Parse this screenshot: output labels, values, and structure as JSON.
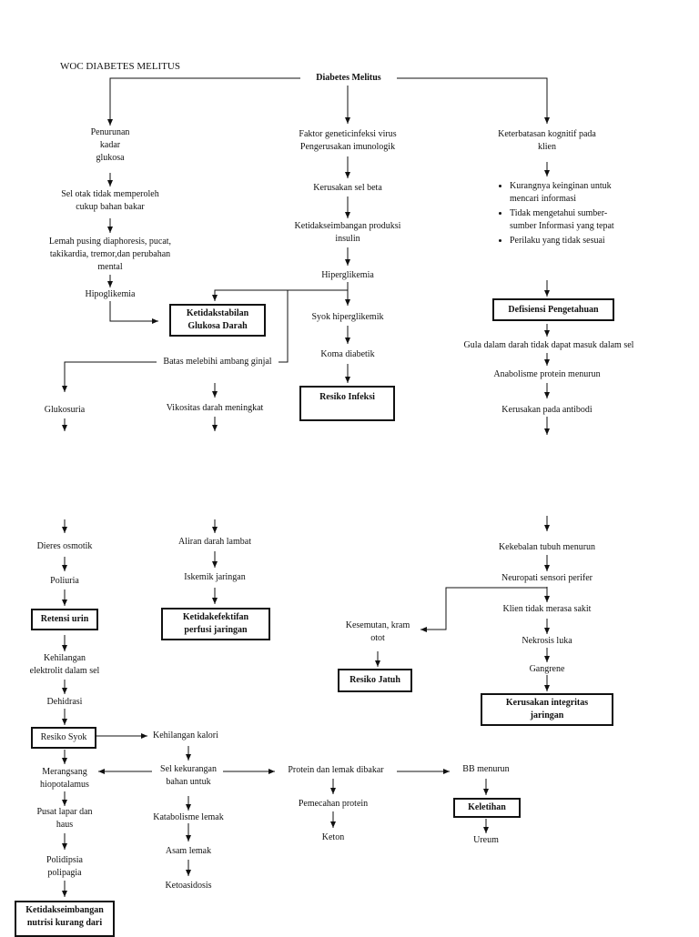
{
  "title": "WOC DIABETES MELITUS",
  "root": "Diabetes Melitus",
  "left": {
    "n1": "Penurunan\nkadar\nglukosa",
    "n2": "Sel otak tidak memperoleh\ncukup bahan bakar",
    "n3": "Lemah pusing diaphoresis, pucat,\ntakikardia, tremor,dan perubahan\nmental",
    "n4": "Hipoglikemia",
    "box1": "Ketidakstabilan\nGlukosa Darah"
  },
  "middle": {
    "n1": "Faktor geneticinfeksi virus\nPengerusakan imunologik",
    "n2": "Kerusakan sel beta",
    "n3": "Ketidakseimbangan produksi\ninsulin",
    "n4": "Hiperglikemia",
    "n5": "Syok hiperglikemik",
    "n6": "Koma diabetik",
    "box1": "Resiko Infeksi",
    "n7": "Batas melebihi ambang ginjal",
    "n8": "Glukosuria",
    "n9": "Vikositas darah meningkat"
  },
  "right": {
    "n1": "Keterbatasan kognitif pada\nklien",
    "bullets": [
      "Kurangnya keinginan untuk mencari informasi",
      "Tidak mengetahui sumber-sumber Informasi yang tepat",
      "Perilaku yang tidak sesuai"
    ],
    "box1": "Defisiensi Pengetahuan",
    "n2": "Gula dalam darah tidak dapat masuk dalam sel",
    "n3": "Anabolisme protein menurun",
    "n4": "Kerusakan pada antibodi"
  },
  "page2": {
    "a1": "Dieres osmotik",
    "a2": "Poliuria",
    "box_a": "Retensi urin",
    "a3": "Kehilangan\nelektrolit dalam sel",
    "a4": "Dehidrasi",
    "box_syok": "Resiko Syok",
    "a5": "Merangsang\nhiopotalamus",
    "a6": "Pusat lapar dan\nhaus",
    "a7": "Polidipsia\npolipagia",
    "box_nutrisi": "Ketidakseimbangan\nnutrisi kurang dari",
    "b1": "Aliran darah lambat",
    "b2": "Iskemik jaringan",
    "box_b": "Ketidakefektifan\nperfusi jaringan",
    "c1": "Kehilangan kalori",
    "c2": "Sel kekurangan\nbahan untuk",
    "c3": "Katabolisme lemak",
    "c4": "Asam lemak",
    "c5": "Ketoasidosis",
    "d1": "Protein dan lemak dibakar",
    "d2": "Pemecahan protein",
    "d3": "Keton",
    "e1": "BB menurun",
    "box_e": "Keletihan",
    "e2": "Ureum",
    "r1": "Kekebalan tubuh menurun",
    "r2": "Neuropati sensori perifer",
    "r3": "Klien tidak merasa sakit",
    "r4": "Nekrosis luka",
    "r5": "Gangrene",
    "box_r": "Kerusakan integritas\njaringan",
    "k1": "Kesemutan, kram\notot",
    "box_k": "Resiko Jatuh"
  }
}
